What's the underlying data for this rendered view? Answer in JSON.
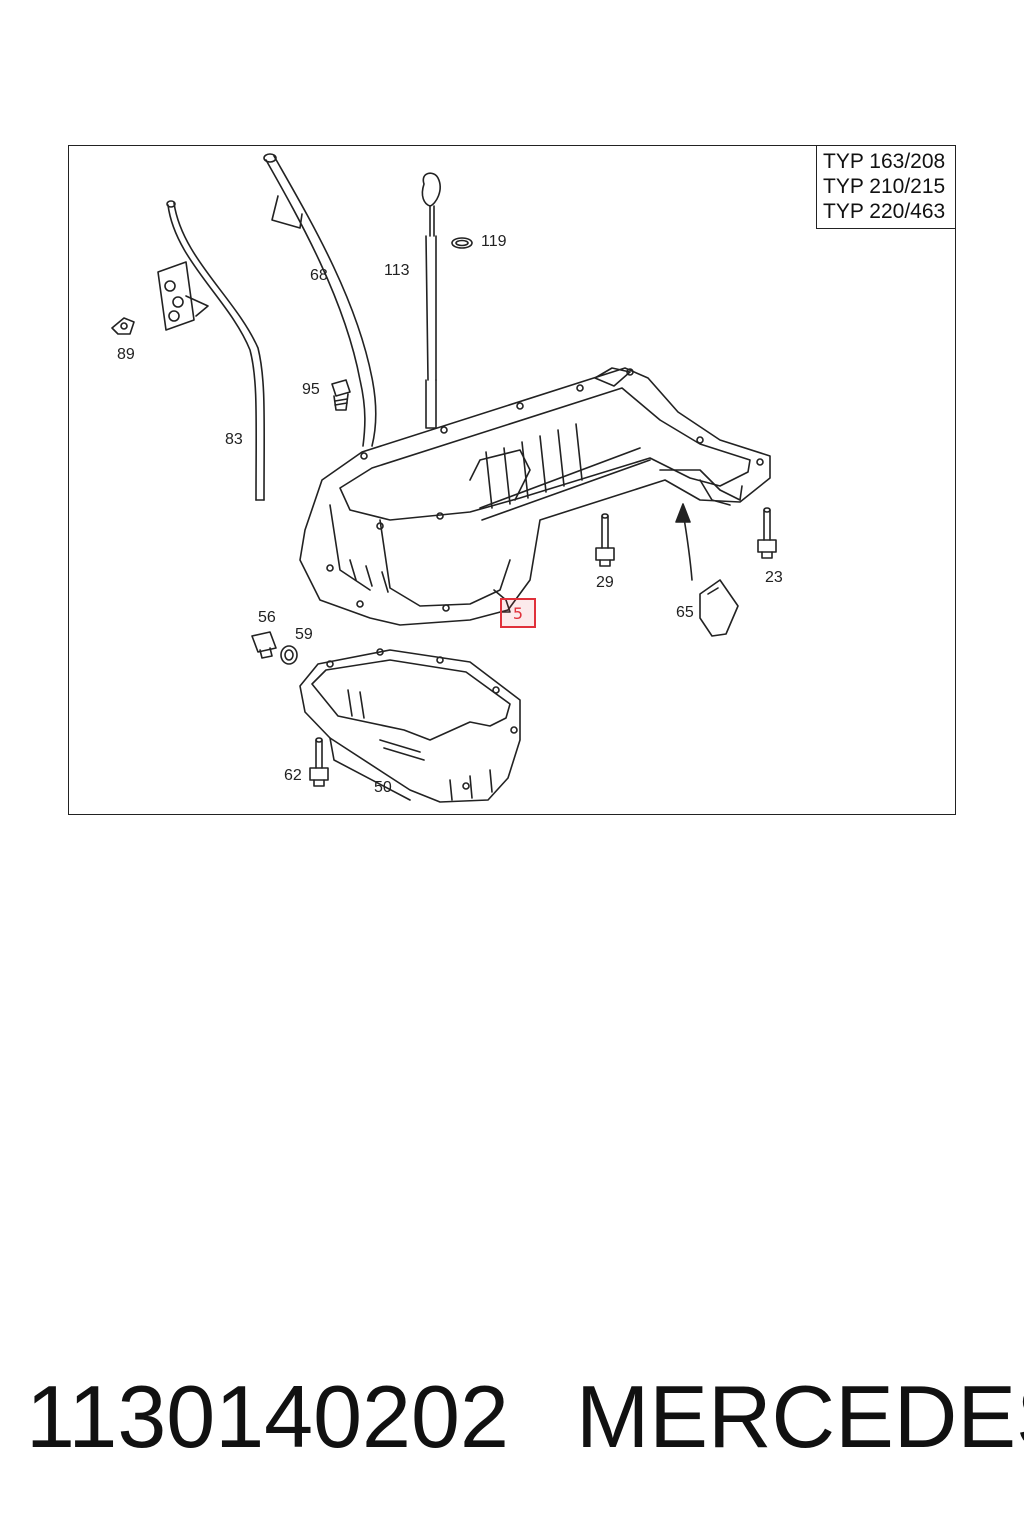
{
  "diagram": {
    "typ_lines": [
      "TYP 163/208",
      "TYP 210/215",
      "TYP 220/463"
    ],
    "callouts": {
      "c119": "119",
      "c68": "68",
      "c113": "113",
      "c89": "89",
      "c95": "95",
      "c83": "83",
      "c29": "29",
      "c23": "23",
      "c65": "65",
      "c56": "56",
      "c59": "59",
      "c62": "62",
      "c50": "50",
      "c5": "5"
    },
    "highlight_color": "#e0303a"
  },
  "footer": {
    "part_number": "1130140202",
    "brand": "MERCEDES"
  }
}
